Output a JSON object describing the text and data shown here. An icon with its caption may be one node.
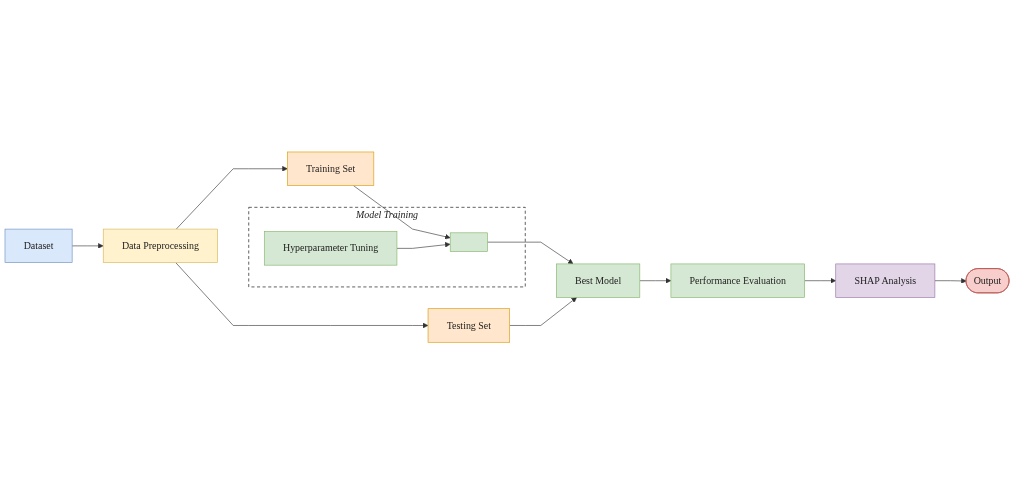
{
  "diagram": {
    "nodes": [
      {
        "text": [
          "Dataset"
        ]
      },
      {
        "text": [
          "Data Preprocessing"
        ]
      },
      {
        "text": [
          "Training Set"
        ]
      },
      {
        "text": [
          "Testing Set"
        ]
      },
      {
        "text": [
          "Model Training"
        ]
      },
      {
        "text": [
          "Hyperparameter Tuning"
        ],
        "in": 4
      },
      {
        "text": [],
        "shape": "box",
        "in": 4
      },
      {
        "text": [
          "Best Model"
        ]
      },
      {
        "text": [
          "Performance Evaluation"
        ]
      },
      {
        "text": [
          "SHAP Analysis"
        ]
      },
      {
        "text": [
          "Output"
        ]
      }
    ],
    "edges": [
      {
        "from": 0,
        "to": 1,
        "arrow": "to"
      },
      {
        "from": 1,
        "to": 2,
        "arrow": "to"
      },
      {
        "from": 1,
        "to": 3,
        "arrow": "to"
      },
      {
        "from": 2,
        "to": 6,
        "arrow": "to"
      },
      {
        "from": 5,
        "to": 6,
        "arrow": "to"
      },
      {
        "from": 6,
        "to": 7,
        "arrow": "to"
      },
      {
        "from": 3,
        "to": 7,
        "arrow": "to"
      },
      {
        "from": 7,
        "to": 8,
        "arrow": "to"
      },
      {
        "from": 8,
        "to": 9,
        "arrow": "to"
      },
      {
        "from": 9,
        "to": 10,
        "arrow": "to"
      }
    ]
  }
}
